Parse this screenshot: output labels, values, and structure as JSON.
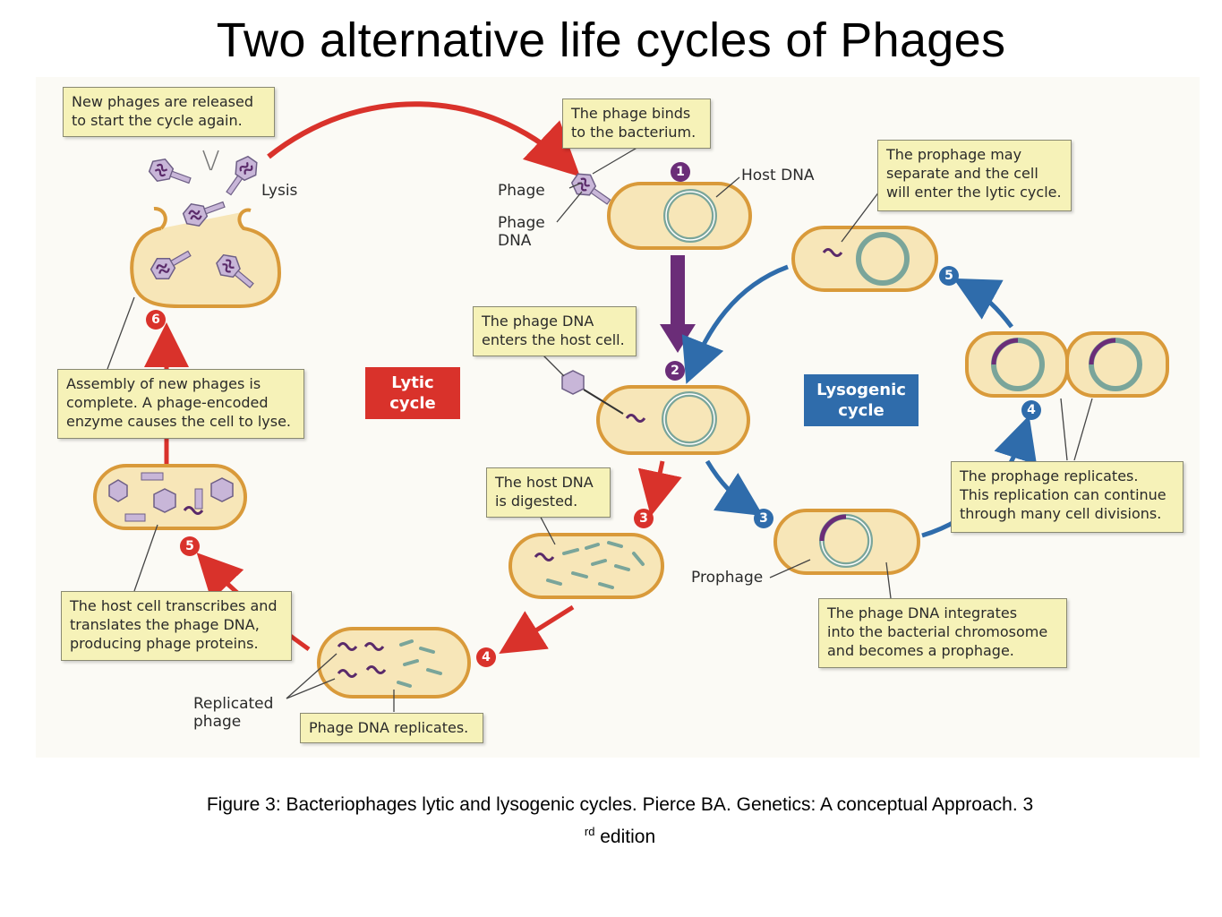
{
  "title": "Two alternative life cycles of Phages",
  "cycles": {
    "lytic": "Lytic\ncycle",
    "lysogenic": "Lysogenic\ncycle"
  },
  "labels": {
    "lysis": "Lysis",
    "phage": "Phage",
    "phage_dna": "Phage\nDNA",
    "host_dna": "Host DNA",
    "prophage": "Prophage",
    "replicated_phage": "Replicated\nphage"
  },
  "callouts": {
    "released": "New phages are released\nto start the cycle again.",
    "binds": "The phage binds\nto the bacterium.",
    "enters": "The phage DNA\nenters the host cell.",
    "assembly": "Assembly of new phages is\ncomplete. A phage-encoded\nenzyme causes the cell to lyse.",
    "digested": "The host DNA\nis digested.",
    "transcribes": "The host cell transcribes and\ntranslates the phage DNA,\nproducing phage proteins.",
    "replicates": "Phage DNA replicates.",
    "prophage_separate": "The prophage may\nseparate and the cell\nwill enter the lytic cycle.",
    "prophage_replicates": "The prophage replicates.\nThis replication can continue\nthrough many cell divisions.",
    "integrates": "The phage DNA integrates\ninto the bacterial chromosome\nand becomes a prophage."
  },
  "steps": {
    "s1": "1",
    "s2": "2",
    "lytic3": "3",
    "lytic4": "4",
    "lytic5": "5",
    "lytic6": "6",
    "lyso3": "3",
    "lyso4": "4",
    "lyso5": "5"
  },
  "caption": {
    "text": "Figure 3: Bacteriophages lytic and lysogenic cycles. Pierce BA. Genetics: A conceptual Approach. 3",
    "superscript": "rd",
    "tail": " edition"
  },
  "colors": {
    "lytic_red": "#d9322b",
    "lysogenic_blue": "#2f6cab",
    "entry_purple": "#6b2d78",
    "cell_fill": "#f7e6b8",
    "cell_outline": "#d99a3a",
    "callout_fill": "#f6f2b8"
  }
}
